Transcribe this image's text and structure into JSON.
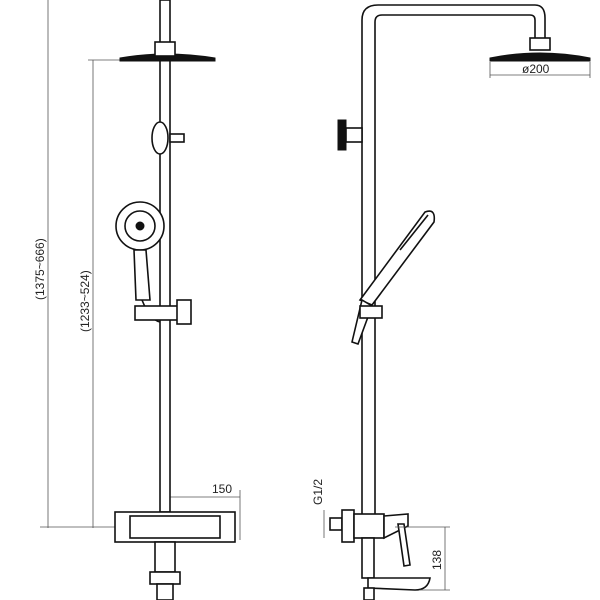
{
  "drawing": {
    "front_view": {
      "dim_total_height": "(1375~666)",
      "dim_head_height": "(1233~524)",
      "dim_projection": "150"
    },
    "side_view": {
      "dim_head_diameter": "ø200",
      "dim_inlet_thread": "G1/2",
      "dim_spout_height": "138"
    },
    "colors": {
      "line": "#111111",
      "dimension": "#555555",
      "background": "#ffffff"
    }
  }
}
